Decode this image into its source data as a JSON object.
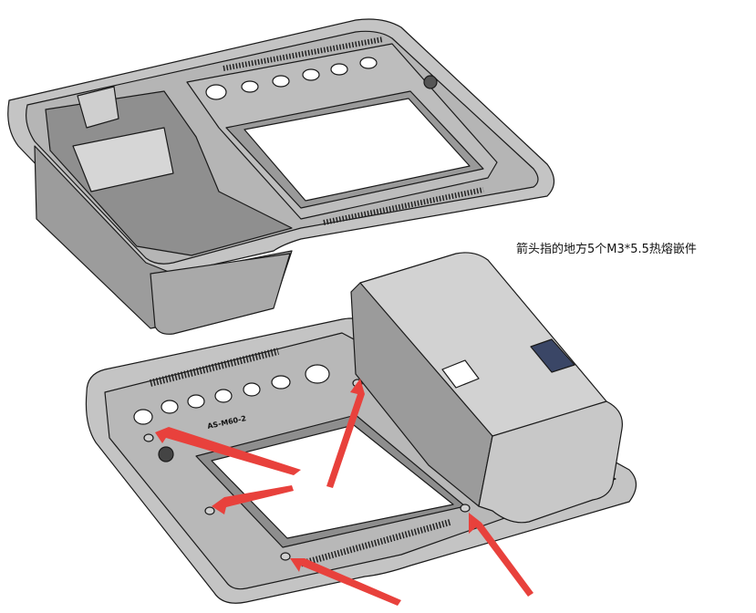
{
  "annotation": {
    "text": "箭头指的地方5个M3*5.5热熔嵌件",
    "arrow_count": 5,
    "arrow_color": "#e8413c"
  },
  "part_engraving": "AS-M60-2",
  "colors": {
    "body": "#b9b9b9",
    "body_dark": "#8e8e8e",
    "outline": "#1a1a1a",
    "background": "#ffffff"
  }
}
